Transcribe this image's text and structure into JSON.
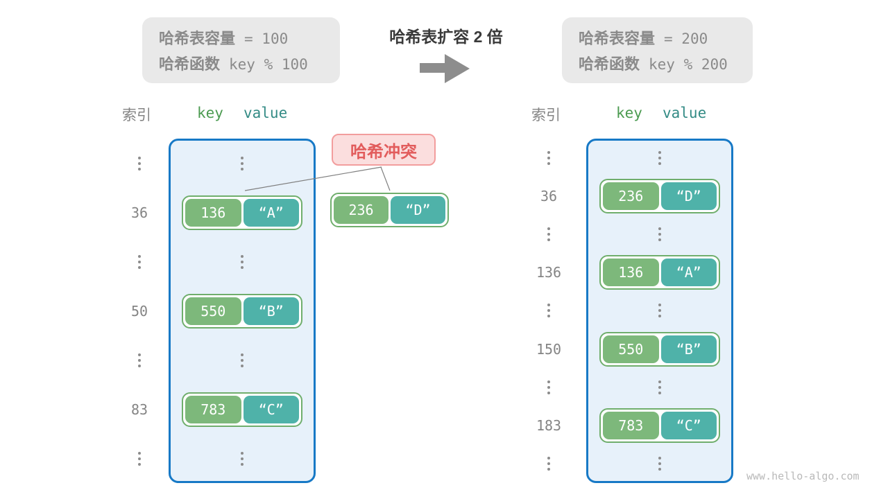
{
  "page": {
    "watermark": "www.hello-algo.com"
  },
  "colors": {
    "key_green": "#7db87b",
    "value_teal": "#4fb2a9",
    "pill_border_green": "#6fae6c",
    "table_bg_blue": "#e7f1fa",
    "table_border_blue": "#1779c6",
    "collision_bg": "#fbdede",
    "collision_border": "#f29d9d",
    "collision_text": "#e25c5c",
    "info_box_bg": "#e9e9e9",
    "muted_gray": "#8a8a8a",
    "header_key_green": "#4c9b51",
    "header_value_teal": "#338b85"
  },
  "left_info": {
    "line1_label": "哈希表容量",
    "line1_value": "= 100",
    "line2_label": "哈希函数",
    "line2_value": "key % 100"
  },
  "right_info": {
    "line1_label": "哈希表容量",
    "line1_value": "= 200",
    "line2_label": "哈希函数",
    "line2_value": "key % 200"
  },
  "transition": {
    "title": "哈希表扩容 2 倍",
    "arrow_icon": "right-block-arrow"
  },
  "collision": {
    "label": "哈希冲突"
  },
  "collision_entry": {
    "key": "236",
    "value": "“D”"
  },
  "left_table": {
    "headers": {
      "index": "索引",
      "key": "key",
      "value": "value"
    },
    "rows": [
      {
        "type": "dots"
      },
      {
        "type": "entry",
        "index": "36",
        "key": "136",
        "value": "“A”"
      },
      {
        "type": "dots"
      },
      {
        "type": "entry",
        "index": "50",
        "key": "550",
        "value": "“B”"
      },
      {
        "type": "dots"
      },
      {
        "type": "entry",
        "index": "83",
        "key": "783",
        "value": "“C”"
      },
      {
        "type": "dots"
      }
    ]
  },
  "right_table": {
    "headers": {
      "index": "索引",
      "key": "key",
      "value": "value"
    },
    "rows": [
      {
        "type": "dots"
      },
      {
        "type": "entry",
        "index": "36",
        "key": "236",
        "value": "“D”"
      },
      {
        "type": "dots"
      },
      {
        "type": "entry",
        "index": "136",
        "key": "136",
        "value": "“A”"
      },
      {
        "type": "dots"
      },
      {
        "type": "entry",
        "index": "150",
        "key": "550",
        "value": "“B”"
      },
      {
        "type": "dots"
      },
      {
        "type": "entry",
        "index": "183",
        "key": "783",
        "value": "“C”"
      },
      {
        "type": "dots"
      }
    ]
  }
}
